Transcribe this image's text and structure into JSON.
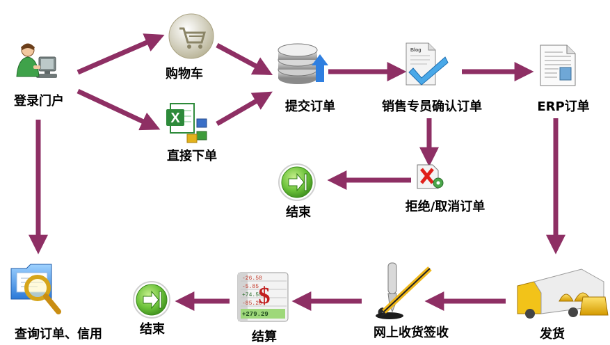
{
  "colors": {
    "arrow": "#8e2f64",
    "end_green": "#59b52f",
    "globe_gray": "#c9c9c9"
  },
  "nodes": {
    "login": {
      "label": "登录门户",
      "icon": "user-at-computer-icon"
    },
    "cart": {
      "label": "购物车",
      "icon": "shopping-cart-icon"
    },
    "excel": {
      "label": "直接下单",
      "icon": "excel-icon"
    },
    "submit": {
      "label": "提交订单",
      "icon": "database-upload-icon"
    },
    "confirm": {
      "label": "销售专员确认订单",
      "icon": "document-checkmark-icon"
    },
    "erp": {
      "label": "ERP订单",
      "icon": "document-icon"
    },
    "reject": {
      "label": "拒绝/取消订单",
      "icon": "reject-document-icon"
    },
    "end1": {
      "label": "结束",
      "icon": "green-end-button-icon"
    },
    "query": {
      "label": "查询订单、信用",
      "icon": "folder-magnifier-icon"
    },
    "end2": {
      "label": "结束",
      "icon": "green-end-button-icon"
    },
    "settle": {
      "label": "结算",
      "icon": "ledger-dollar-icon"
    },
    "sign": {
      "label": "网上收货签收",
      "icon": "pen-key-icon"
    },
    "ship": {
      "label": "发货",
      "icon": "delivery-truck-icon"
    }
  },
  "ledger_lines": [
    "-26.58",
    "-5.85",
    "+74.55",
    "-85.20",
    "+279.29"
  ],
  "doc_blog_text": "Blog"
}
